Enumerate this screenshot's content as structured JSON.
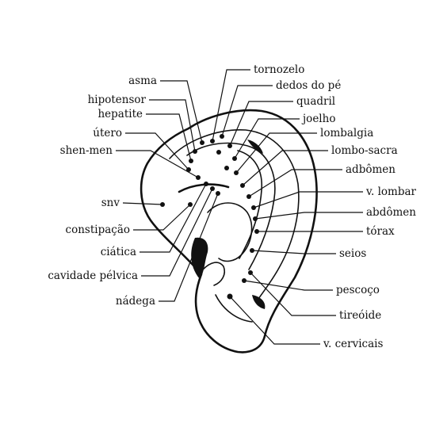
{
  "labels": {
    "asma": "asma",
    "hipotensor": "hipotensor",
    "hepatite": "hepatite",
    "utero": "útero",
    "shen_men": "shen-men",
    "snv": "snv",
    "constipacao": "constipação",
    "ciatica": "ciática",
    "cavidade_pelvica": "cavidade pélvica",
    "nadega": "nádega",
    "tornozelo": "tornozelo",
    "dedos_do_pe": "dedos do pé",
    "quadril": "quadril",
    "joelho": "joelho",
    "lombalgia": "lombalgia",
    "lombo_sacra": "lombo-sacra",
    "adbomen": "adbômen",
    "v_lombar": "v. lombar",
    "abdomen": "abdômen",
    "torax": "tórax",
    "seios": "seios",
    "pescoco": "pescoço",
    "tireoide": "tireóide",
    "v_cervicais": "v. cervicais"
  }
}
